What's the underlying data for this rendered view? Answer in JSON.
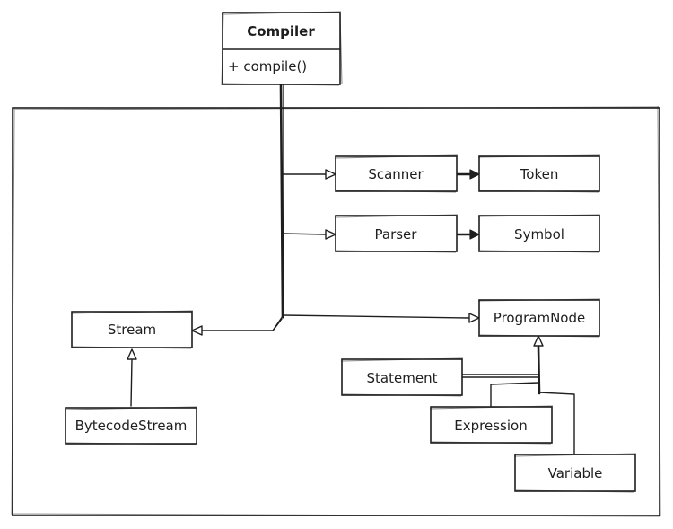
{
  "diagram": {
    "compiler": {
      "name": "Compiler",
      "operation": "+ compile()"
    },
    "classes": {
      "scanner": "Scanner",
      "token": "Token",
      "parser": "Parser",
      "symbol": "Symbol",
      "stream": "Stream",
      "bytecode_stream": "BytecodeStream",
      "program_node": "ProgramNode",
      "statement": "Statement",
      "expression": "Expression",
      "variable": "Variable"
    }
  }
}
